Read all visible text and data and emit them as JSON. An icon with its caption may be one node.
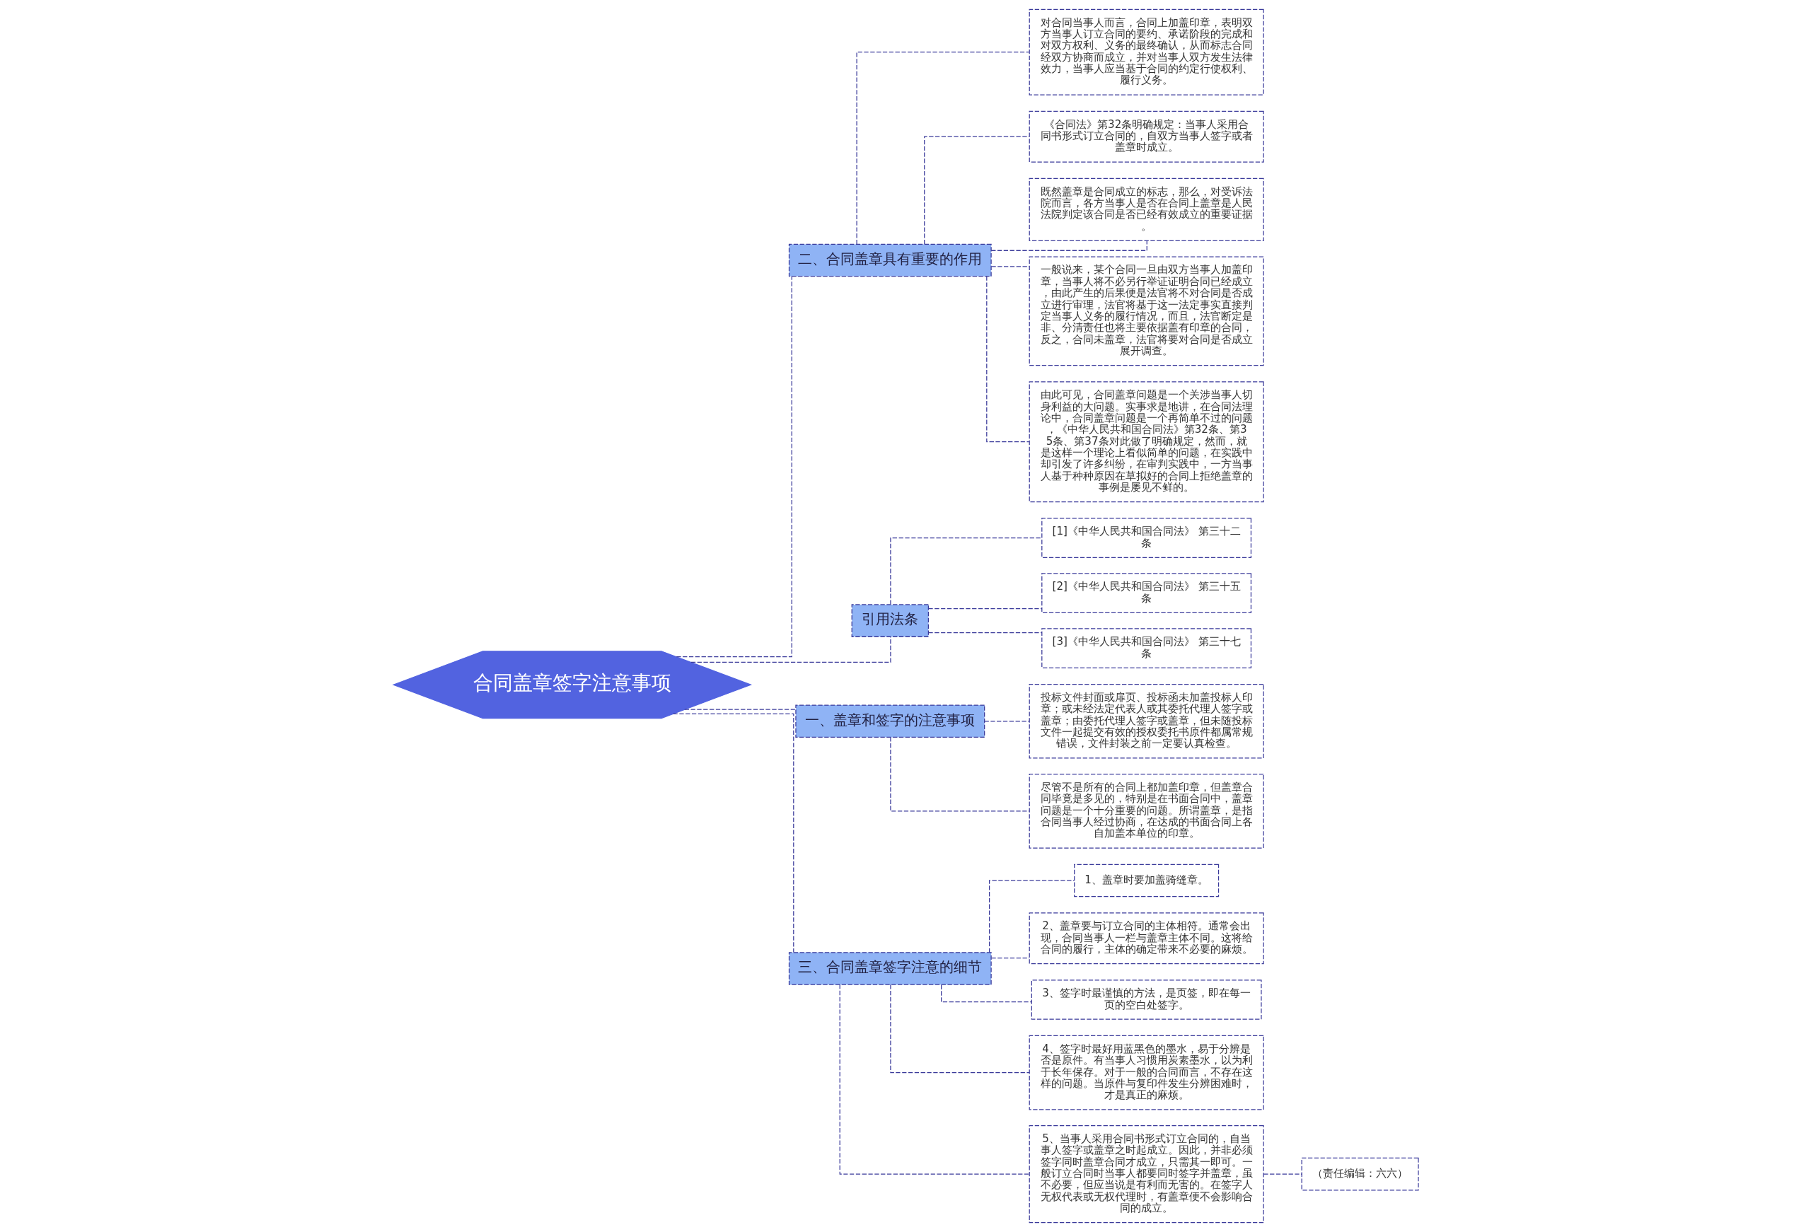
{
  "diagram": {
    "nodes": [
      {
        "text": [
          "合同盖章签字注意事项"
        ]
      },
      {
        "text": [
          "二、合同盖章具有重要的作用"
        ]
      },
      {
        "text": [
          "对合同当事人而言，合同上加盖印章，表明双方当事人订立合同的要约、承诺阶段的完成和对双方权利、义务的最终确认，从而标志合同经双方协商而成立，并对当事人双方发生法律效力，当事人应当基于合同的约定行使权利、履行义务。"
        ]
      },
      {
        "text": [
          "《合同法》第32条明确规定：当事人采用合同书形式订立合同的，自双方当事人签字或者盖章时成立。"
        ]
      },
      {
        "text": [
          "既然盖章是合同成立的标志，那么，对受诉法院而言，各方当事人是否在合同上盖章是人民法院判定该合同是否已经有效成立的重要证据。"
        ]
      },
      {
        "text": [
          "一般说来，某个合同一旦由双方当事人加盖印章，当事人将不必另行举证证明合同已经成立，由此产生的后果便是法官将不对合同是否成立进行审理，法官将基于这一法定事实直接判定当事人义务的履行情况，而且，法官断定是非、分清责任也将主要依据盖有印章的合同，反之，合同未盖章，法官将要对合同是否成立展开调查。"
        ]
      },
      {
        "text": [
          "由此可见，合同盖章问题是一个关涉当事人切身利益的大问题。实事求是地讲，在合同法理论中，合同盖章问题是一个再简单不过的问题，《中华人民共和国合同法》第32条、第35条、第37条对此做了明确规定，然而，就是这样一个理论上看似简单的问题，在实践中却引发了许多纠纷，在审判实践中，一方当事人基于种种原因在草拟好的合同上拒绝盖章的事例是屡见不鲜的。"
        ]
      },
      {
        "text": [
          "引用法条"
        ]
      },
      {
        "text": [
          "[1]《中华人民共和国合同法》 第三十二条"
        ]
      },
      {
        "text": [
          "[2]《中华人民共和国合同法》 第三十五条"
        ]
      },
      {
        "text": [
          "[3]《中华人民共和国合同法》 第三十七条"
        ]
      },
      {
        "text": [
          "一、盖章和签字的注意事项"
        ]
      },
      {
        "text": [
          "投标文件封面或扉页、投标函未加盖投标人印章；或未经法定代表人或其委托代理人签字或盖章；由委托代理人签字或盖章，但未随投标文件一起提交有效的授权委托书原件都属常规错误，文件封装之前一定要认真检查。"
        ]
      },
      {
        "text": [
          "尽管不是所有的合同上都加盖印章，但盖章合同毕竟是多见的，特别是在书面合同中，盖章问题是一个十分重要的问题。所谓盖章，是指合同当事人经过协商，在达成的书面合同上各自加盖本单位的印章。"
        ]
      },
      {
        "text": [
          "三、合同盖章签字注意的细节"
        ]
      },
      {
        "text": [
          "1、盖章时要加盖骑缝章。"
        ]
      },
      {
        "text": [
          "2、盖章要与订立合同的主体相符。通常会出现，合同当事人一栏与盖章主体不同。这将给合同的履行，主体的确定带来不必要的麻烦。"
        ]
      },
      {
        "text": [
          "3、签字时最谨慎的方法，是页签，即在每一页的空白处签字。"
        ]
      },
      {
        "text": [
          "4、签字时最好用蓝黑色的墨水，易于分辨是否是原件。有当事人习惯用炭素墨水，以为利于长年保存。对于一般的合同而言，不存在这样的问题。当原件与复印件发生分辨困难时，才是真正的麻烦。"
        ]
      },
      {
        "text": [
          "5、当事人采用合同书形式订立合同的，自当事人签字或盖章之时起成立。因此，并非必须签字同时盖章合同才成立，只需其一即可。一般订立合同时当事人都要同时签字并盖章，虽不必要，但应当说是有利而无害的。在签字人无权代表或无权代理时，有盖章便不会影响合同的成立。"
        ]
      },
      {
        "text": [
          "（责任编辑：六六）"
        ]
      }
    ],
    "edges": [
      {
        "from": 0,
        "to": 1,
        "arrow": "none",
        "style": "dashed"
      },
      {
        "from": 1,
        "to": 2,
        "arrow": "none",
        "style": "dashed"
      },
      {
        "from": 1,
        "to": 3,
        "arrow": "none",
        "style": "dashed"
      },
      {
        "from": 1,
        "to": 4,
        "arrow": "none",
        "style": "dashed"
      },
      {
        "from": 1,
        "to": 5,
        "arrow": "none",
        "style": "dashed"
      },
      {
        "from": 1,
        "to": 6,
        "arrow": "none",
        "style": "dashed"
      },
      {
        "from": 0,
        "to": 7,
        "arrow": "none",
        "style": "dashed"
      },
      {
        "from": 7,
        "to": 8,
        "arrow": "none",
        "style": "dashed"
      },
      {
        "from": 7,
        "to": 9,
        "arrow": "none",
        "style": "dashed"
      },
      {
        "from": 7,
        "to": 10,
        "arrow": "none",
        "style": "dashed"
      },
      {
        "from": 0,
        "to": 11,
        "arrow": "none",
        "style": "dashed"
      },
      {
        "from": 11,
        "to": 12,
        "arrow": "none",
        "style": "dashed"
      },
      {
        "from": 11,
        "to": 13,
        "arrow": "none",
        "style": "dashed"
      },
      {
        "from": 0,
        "to": 14,
        "arrow": "none",
        "style": "dashed"
      },
      {
        "from": 14,
        "to": 15,
        "arrow": "none",
        "style": "dashed"
      },
      {
        "from": 14,
        "to": 16,
        "arrow": "none",
        "style": "dashed"
      },
      {
        "from": 14,
        "to": 17,
        "arrow": "none",
        "style": "dashed"
      },
      {
        "from": 14,
        "to": 18,
        "arrow": "none",
        "style": "dashed"
      },
      {
        "from": 14,
        "to": 19,
        "arrow": "none",
        "style": "dashed"
      },
      {
        "from": 19,
        "to": 20,
        "arrow": "none",
        "style": "dashed"
      }
    ]
  }
}
